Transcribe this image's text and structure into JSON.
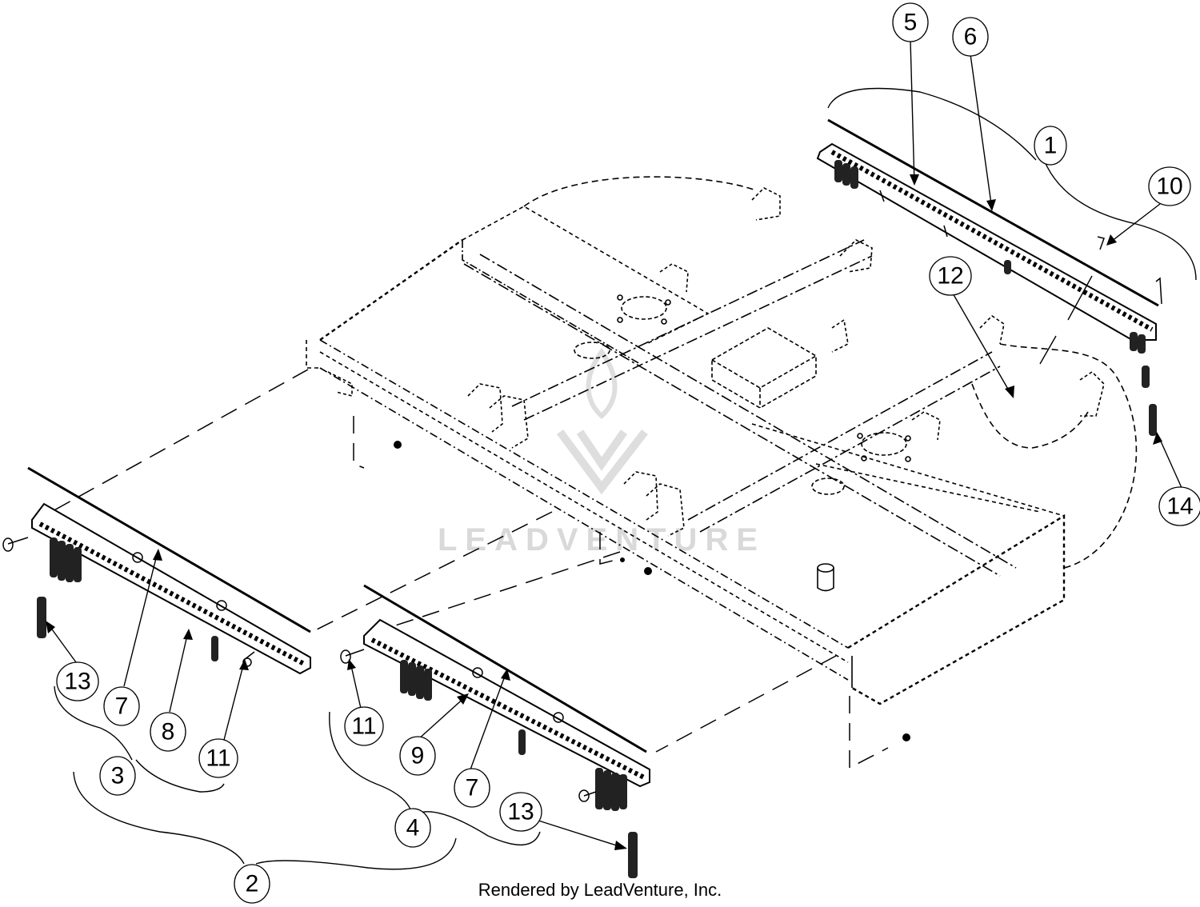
{
  "callouts": [
    {
      "label": "1"
    },
    {
      "label": "2"
    },
    {
      "label": "3"
    },
    {
      "label": "4"
    },
    {
      "label": "5"
    },
    {
      "label": "6"
    },
    {
      "label": "7"
    },
    {
      "label": "7"
    },
    {
      "label": "8"
    },
    {
      "label": "9"
    },
    {
      "label": "10"
    },
    {
      "label": "11"
    },
    {
      "label": "11"
    },
    {
      "label": "12"
    },
    {
      "label": "13"
    },
    {
      "label": "13"
    },
    {
      "label": "14"
    }
  ],
  "watermark": {
    "text": "LEADVENTURE",
    "icon": "leadventure-logo-icon",
    "color": "#d9d9d9"
  },
  "footer": {
    "text": "Rendered by LeadVenture, Inc."
  }
}
